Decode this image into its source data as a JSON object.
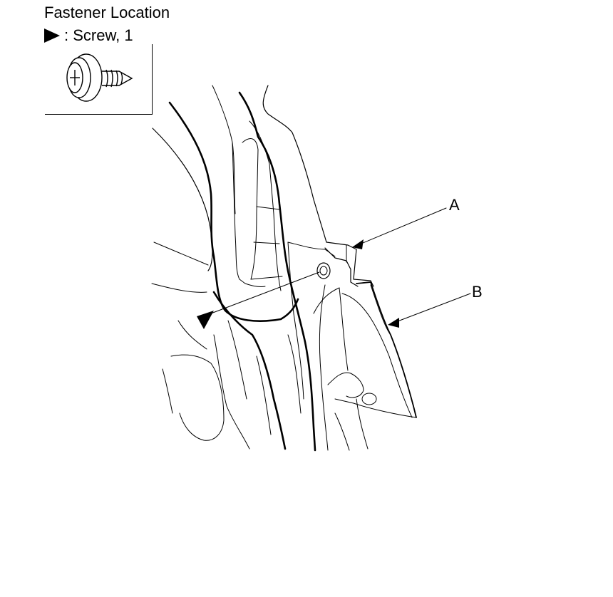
{
  "diagram": {
    "title": "Fastener Location",
    "legend": {
      "symbol": "black-triangle-pointer-icon",
      "label": ": Screw, 1"
    },
    "callouts": [
      {
        "id": "A",
        "label": "A"
      },
      {
        "id": "B",
        "label": "B"
      }
    ],
    "colors": {
      "line": "#000000",
      "background": "#ffffff"
    }
  }
}
